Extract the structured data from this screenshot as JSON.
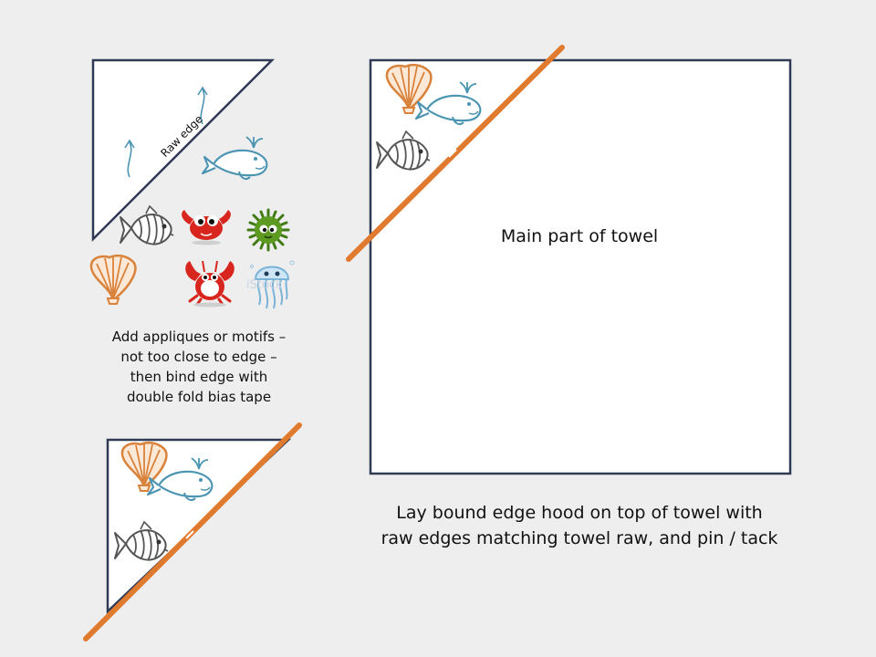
{
  "labels": {
    "raw_edge": "Raw edge",
    "main_towel": "Main part of towel",
    "watermark": "iStock"
  },
  "captions": {
    "appliques": [
      "Add appliques or motifs –",
      "not too close to edge –",
      "then bind edge with",
      "double fold bias tape"
    ],
    "lay_hood": [
      "Lay bound edge hood on top of towel with",
      "raw edges matching towel raw, and pin / tack"
    ]
  },
  "colors": {
    "background": "#eeeeee",
    "outline": "#2f3b55",
    "bias_tape": "#e07a2e",
    "shell": "#d9823b",
    "whale": "#4c95b2",
    "fish": "#555555",
    "crab": "#d8261f",
    "urchin": "#4f8a1c",
    "jellyfish": "#7ab3d8"
  },
  "icons": [
    "shell-icon",
    "whale-icon",
    "fish-icon",
    "crab-icon",
    "lobster-icon",
    "sea-urchin-icon",
    "jellyfish-icon",
    "arrow-up-icon"
  ]
}
